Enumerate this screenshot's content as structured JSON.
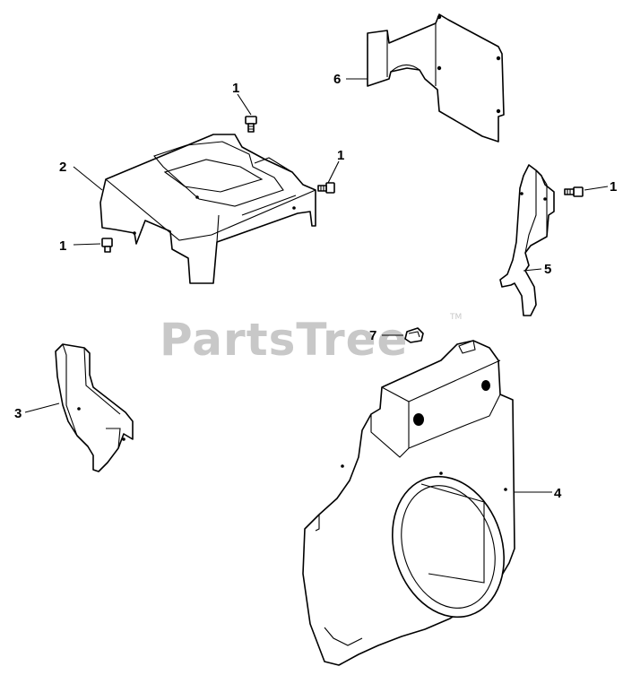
{
  "watermark": {
    "text": "PartsTree",
    "trademark": "TM"
  },
  "callouts": [
    {
      "id": "c1a",
      "label": "1"
    },
    {
      "id": "c1b",
      "label": "1"
    },
    {
      "id": "c1c",
      "label": "1"
    },
    {
      "id": "c1d",
      "label": "1"
    },
    {
      "id": "c2",
      "label": "2"
    },
    {
      "id": "c3",
      "label": "3"
    },
    {
      "id": "c4",
      "label": "4"
    },
    {
      "id": "c5",
      "label": "5"
    },
    {
      "id": "c6",
      "label": "6"
    },
    {
      "id": "c7",
      "label": "7"
    }
  ]
}
